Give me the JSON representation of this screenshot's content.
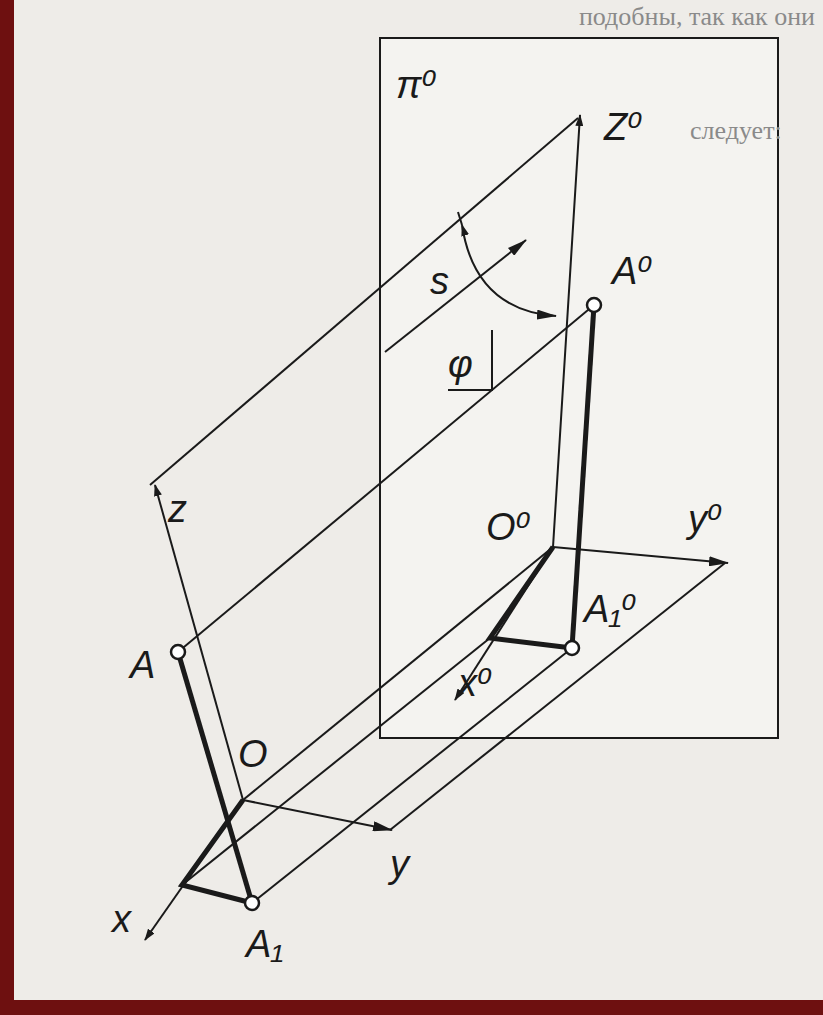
{
  "diagram": {
    "labels": [
      "π⁰",
      "Z⁰",
      "A⁰",
      "s",
      "φ",
      "z",
      "A",
      "O",
      "O⁰",
      "y⁰",
      "A₁⁰",
      "x⁰",
      "y",
      "x",
      "A₁",
      "подобны, так как они",
      "следует:"
    ]
  }
}
